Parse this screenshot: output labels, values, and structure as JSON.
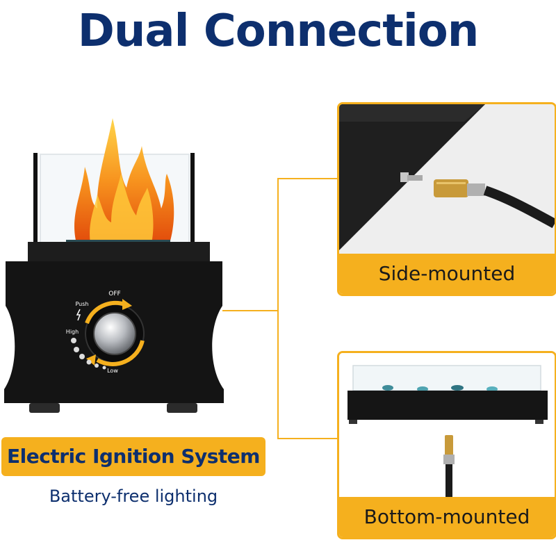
{
  "title": "Dual Connection",
  "main_product": {
    "dial_labels": {
      "off": "OFF",
      "push": "Push",
      "high": "High",
      "low": "Low"
    }
  },
  "side_panel": {
    "caption": "Side-mounted"
  },
  "bottom_panel": {
    "caption": "Bottom-mounted"
  },
  "feature": {
    "title": "Electric Ignition System",
    "subtitle": "Battery-free lighting"
  },
  "colors": {
    "accent": "#f5b01e",
    "brand_navy": "#0d2f6e"
  }
}
